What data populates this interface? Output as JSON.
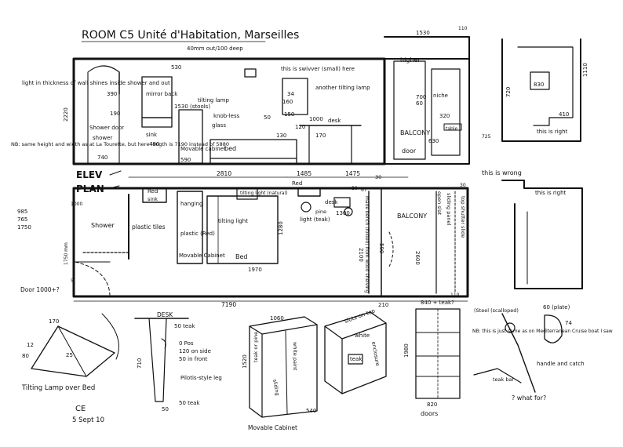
{
  "title": "ROOM C5   Unité d'Habitation, Marseilles",
  "signature": "CE",
  "date": "5 Sept 10",
  "elevation_label": "ELEV",
  "plan_label": "PLAN",
  "elevation": {
    "notes": [
      "40mm out/100 deep",
      "light in thickness of wall shines inside shower and out",
      "NB: same height and width as at La Tourette, but here length is 7190 instead of 5880",
      "this is swivver (small) here",
      "another tilting lamp",
      "mirror back",
      "tilting lamp",
      "knob-less",
      "glass",
      "Shower door",
      "Movable cabinet",
      "bed",
      "sink",
      "shower",
      "desk",
      "higher",
      "niche",
      "BALCONY",
      "door",
      "table",
      "this is wrong",
      "this is right",
      "this is right"
    ],
    "dims": [
      "530",
      "2220",
      "390",
      "190",
      "740",
      "1530 (stools)",
      "490",
      "590",
      "1000",
      "160",
      "34",
      "50",
      "150",
      "120",
      "130",
      "170",
      "1530",
      "720",
      "830",
      "410",
      "320",
      "630",
      "700",
      "60",
      "110",
      "725",
      "1110"
    ]
  },
  "plan": {
    "notes": [
      "Shower",
      "plastic tiles",
      "Red",
      "sink",
      "hanging",
      "tilting light",
      "plastic (Red)",
      "Movable Cabinet",
      "Red",
      "tilting light (natural)",
      "light (teak)",
      "desk",
      "pine",
      "made bench (folded) from wood shelving",
      "BALCONY",
      "sliding panel",
      "open slat",
      "top shutter slide",
      "Door 1000+?",
      "Bed"
    ],
    "dims": [
      "2810",
      "1485",
      "1475",
      "1280",
      "985",
      "765",
      "1750",
      "1750 mm",
      "1970",
      "7190",
      "210",
      "590",
      "2600",
      "2100",
      "1300",
      "110",
      "5",
      "30",
      "80",
      "67",
      "1000",
      "30"
    ]
  },
  "details": {
    "lamp": {
      "caption": "Tilting Lamp over Bed",
      "dims": [
        "170",
        "12",
        "80",
        "25"
      ]
    },
    "desk": {
      "labels": [
        "DESK",
        "50 teak",
        "0 Pos",
        "120 on side",
        "50 in front",
        "Pilotis-style leg",
        "50 teak"
      ],
      "dims": [
        "710",
        "50"
      ]
    },
    "cabinet": {
      "labels": [
        "teak or pine",
        "white paint",
        "sliding",
        "Movable Cabinet"
      ],
      "dims": [
        "1060",
        "1520",
        "540"
      ]
    },
    "desk_box": {
      "labels": [
        "slots on top",
        "white",
        "teak",
        "enclosure"
      ]
    },
    "shelf": {
      "labels": [
        "840 + teak?",
        "1980",
        "820",
        "doors"
      ]
    },
    "notes": [
      "(Steel (scalloped)",
      "NB: this is just same as on Mediterranean Cruise boat I saw",
      "handle and catch",
      "teak bar",
      "? what for?",
      "60 (plate)",
      "74"
    ]
  }
}
